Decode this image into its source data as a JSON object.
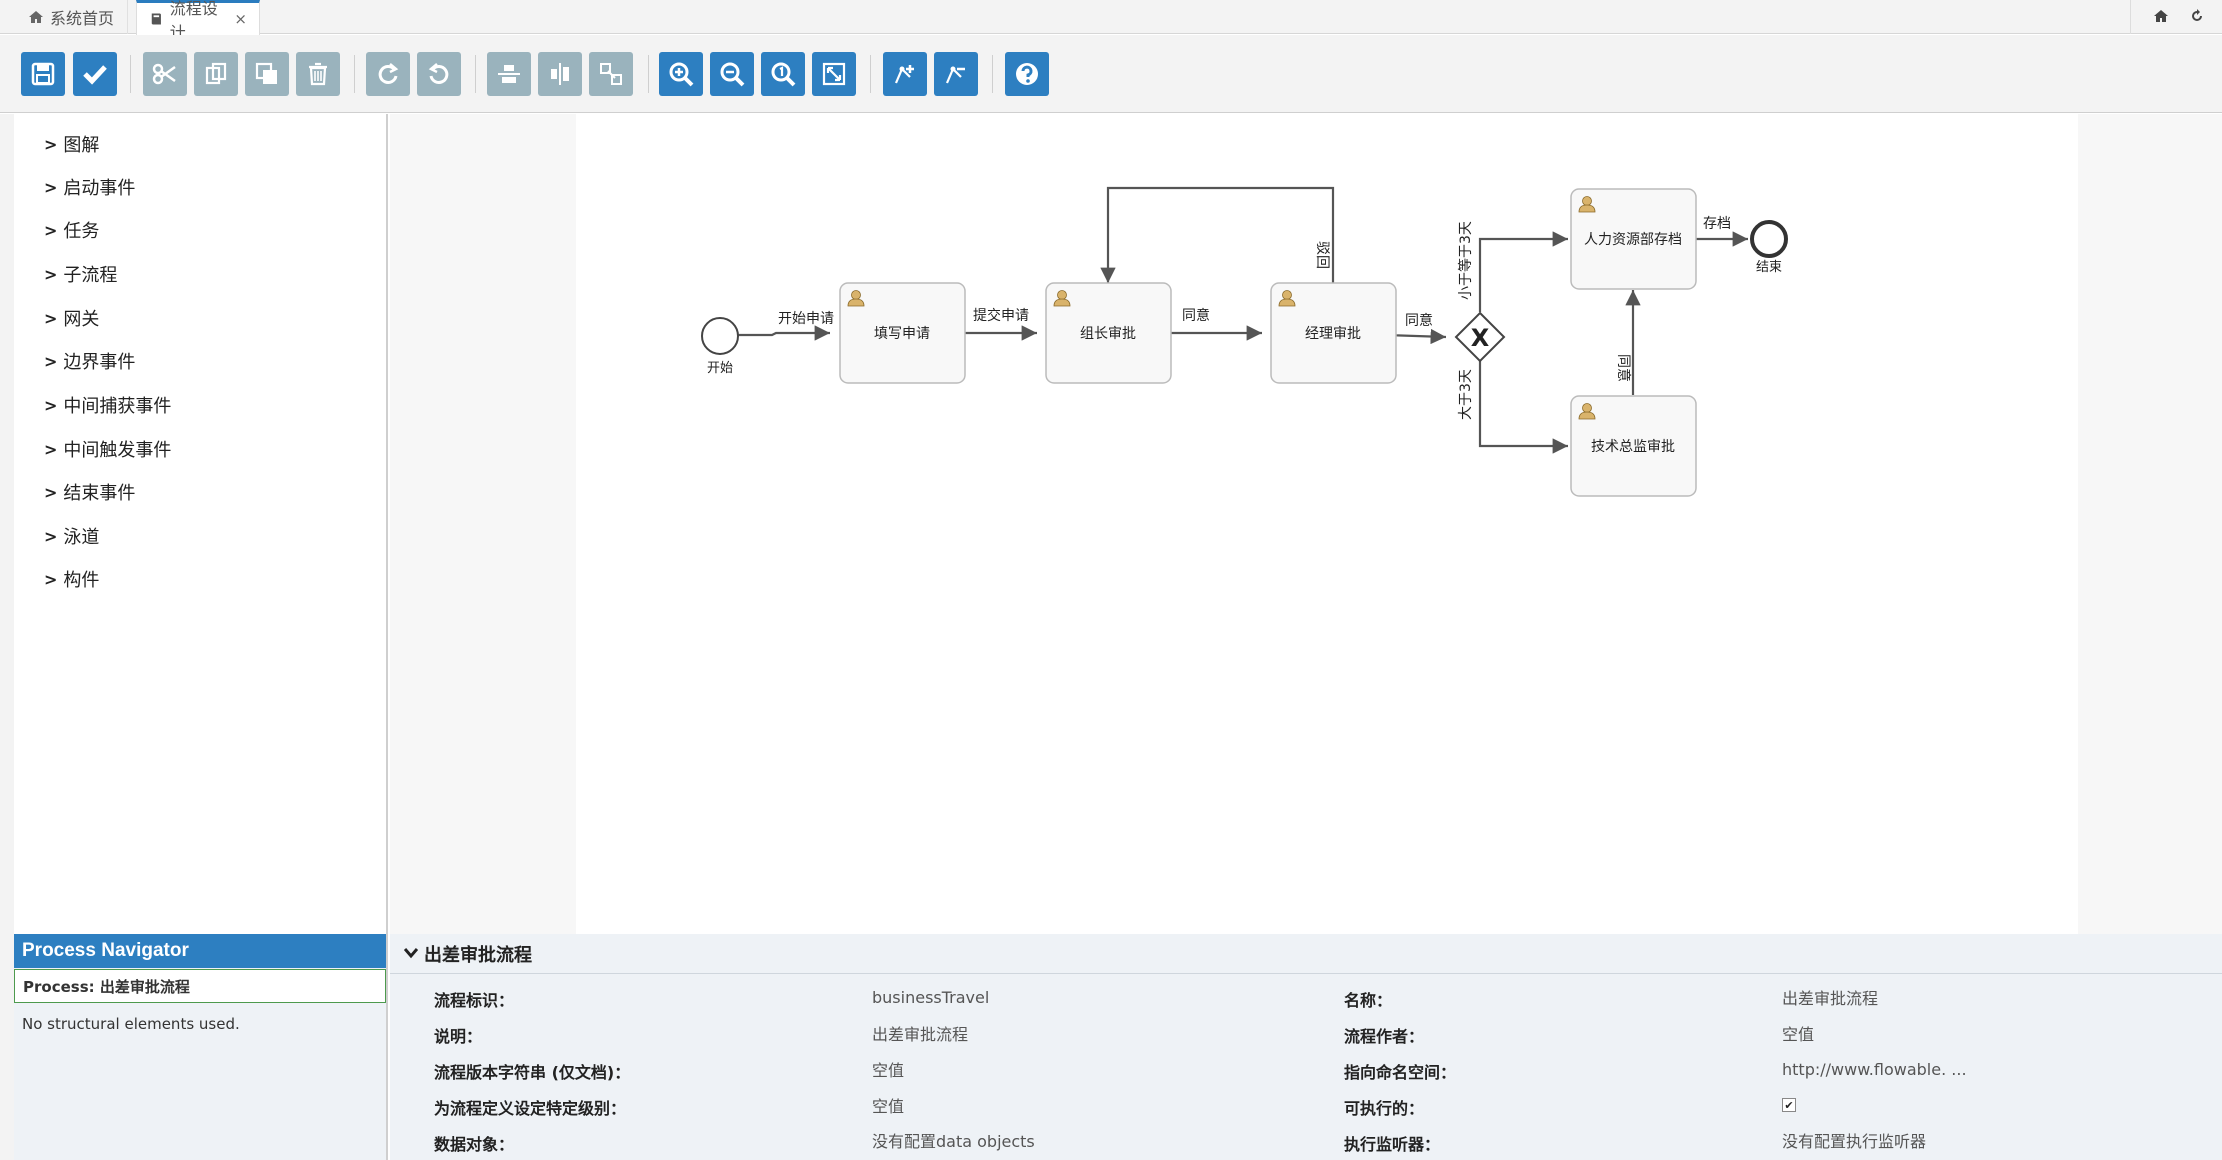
{
  "tabs": [
    {
      "label": "系统首页",
      "icon": "home-icon"
    },
    {
      "label": "流程设计",
      "icon": "book-icon",
      "close": "×"
    }
  ],
  "tabbar_right_icons": [
    "home-icon",
    "refresh-icon"
  ],
  "toolbar_groups": [
    [
      "save-icon",
      "check-icon"
    ],
    [
      "cut-icon",
      "copy-icon",
      "paste-icon",
      "delete-icon"
    ],
    [
      "redo-icon",
      "undo-icon"
    ],
    [
      "align-horizontal-icon",
      "align-vertical-icon",
      "same-size-icon"
    ],
    [
      "zoom-in-icon",
      "zoom-out-icon",
      "zoom-actual-icon",
      "zoom-fit-icon"
    ],
    [
      "add-bendpoint-icon",
      "remove-bendpoint-icon"
    ],
    [
      "help-icon"
    ]
  ],
  "palette": [
    "图解",
    "启动事件",
    "任务",
    "子流程",
    "网关",
    "边界事件",
    "中间捕获事件",
    "中间触发事件",
    "结束事件",
    "泳道",
    "构件"
  ],
  "diagram": {
    "start_label": "开始",
    "end_label": "结束",
    "tasks": [
      "填写申请",
      "组长审批",
      "经理审批",
      "人力资源部存档",
      "技术总监审批"
    ],
    "gateway_symbol": "X",
    "flows": [
      "开始申请",
      "提交申请",
      "同意",
      "驳回",
      "同意",
      "小于等于3天",
      "大于3天",
      "存档",
      "同意"
    ]
  },
  "navigator": {
    "title": "Process Navigator",
    "process": "Process: 出差审批流程",
    "empty": "No structural elements used."
  },
  "properties": {
    "header": "出差审批流程",
    "rows_left": [
      {
        "label": "流程标识：",
        "value": "businessTravel"
      },
      {
        "label": "说明：",
        "value": "出差审批流程"
      },
      {
        "label": "流程版本字符串 (仅文档)：",
        "value": "空值"
      },
      {
        "label": "为流程定义设定特定级别：",
        "value": "空值"
      },
      {
        "label": "数据对象：",
        "value": "没有配置data objects"
      }
    ],
    "rows_right": [
      {
        "label": "名称：",
        "value": "出差审批流程"
      },
      {
        "label": "流程作者：",
        "value": "空值"
      },
      {
        "label": "指向命名空间：",
        "value": "http://www.flowable. ..."
      },
      {
        "label": "可执行的：",
        "value": "✔"
      },
      {
        "label": "执行监听器：",
        "value": "没有配置执行监听器"
      }
    ]
  }
}
